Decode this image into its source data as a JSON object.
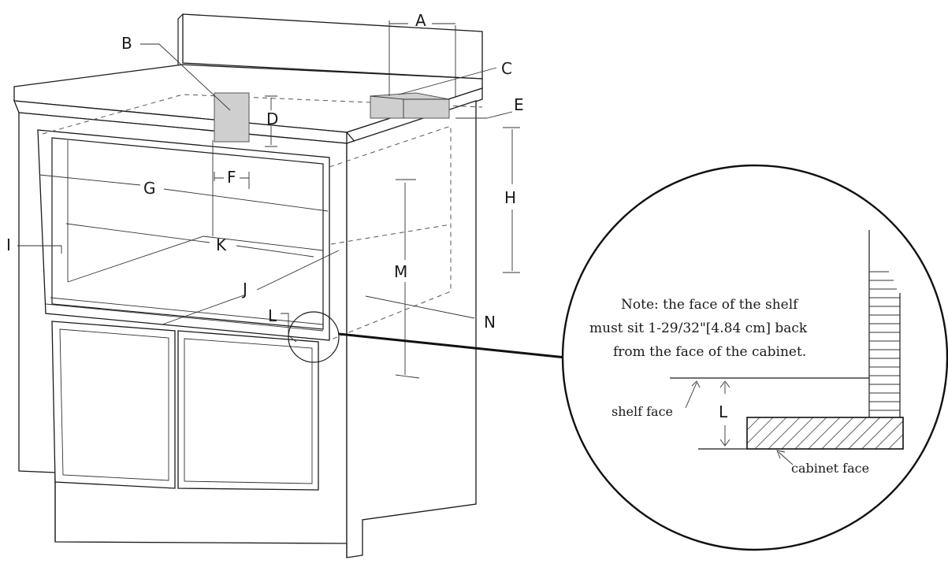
{
  "labels": {
    "A": "A",
    "B": "B",
    "C": "C",
    "D": "D",
    "E": "E",
    "F": "F",
    "G": "G",
    "H": "H",
    "I": "I",
    "J": "J",
    "K": "K",
    "L": "L",
    "M": "M",
    "N": "N"
  },
  "detail": {
    "note_line1": "Note: the face of the shelf",
    "note_line2": "must sit 1-29/32\"[4.84 cm] back",
    "note_line3": "from the face of the cabinet.",
    "shelf_face": "shelf face",
    "cabinet_face": "cabinet face",
    "dimension_label": "L"
  }
}
